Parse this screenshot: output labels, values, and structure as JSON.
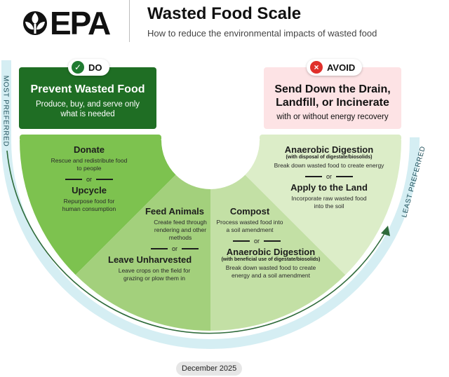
{
  "header": {
    "logo_text": "EPA",
    "title": "Wasted Food Scale",
    "subtitle": "How to reduce the environmental impacts of wasted food"
  },
  "colors": {
    "do_dark": "#1f6e24",
    "green_1": "#7dc24f",
    "green_2": "#a3d07c",
    "green_3": "#c3e0a5",
    "green_4": "#dcedc8",
    "avoid_bg": "#fde3e5",
    "avoid_icon": "#e0302b",
    "check_icon": "#1f7a30",
    "arc_light": "#d5eef3",
    "arc_line": "#2e6b3a"
  },
  "do": {
    "badge": "DO",
    "title": "Prevent Wasted Food",
    "desc": "Produce, buy, and serve only what is needed"
  },
  "avoid": {
    "badge": "AVOID",
    "title": "Send Down the Drain, Landfill, or Incinerate",
    "desc": "with or without energy recovery"
  },
  "side_labels": {
    "left": "MOST PREFERRED",
    "right": "LEAST PREFERRED"
  },
  "or_text": "or",
  "segments": {
    "s1": {
      "a_title": "Donate",
      "a_desc": "Rescue and redistribute food to people",
      "b_title": "Upcycle",
      "b_desc": "Repurpose food for human consumption"
    },
    "s2": {
      "a_title": "Feed Animals",
      "a_desc": "Create feed through rendering and other methods",
      "b_title": "Leave Unharvested",
      "b_desc": "Leave crops on the field for grazing or plow them in"
    },
    "s3": {
      "a_title": "Compost",
      "a_desc": "Process wasted food into a soil amendment",
      "b_title": "Anaerobic Digestion",
      "b_sub": "(with beneficial use of digestate/biosolids)",
      "b_desc": "Break down wasted food to create energy and a soil amendment"
    },
    "s4": {
      "a_title": "Anaerobic Digestion",
      "a_sub": "(with disposal of digestate/biosolids)",
      "a_desc": "Break down wasted food to create energy",
      "b_title": "Apply to the Land",
      "b_desc": "Incorporate raw wasted food into the soil"
    }
  },
  "footer": {
    "date": "December 2025"
  }
}
